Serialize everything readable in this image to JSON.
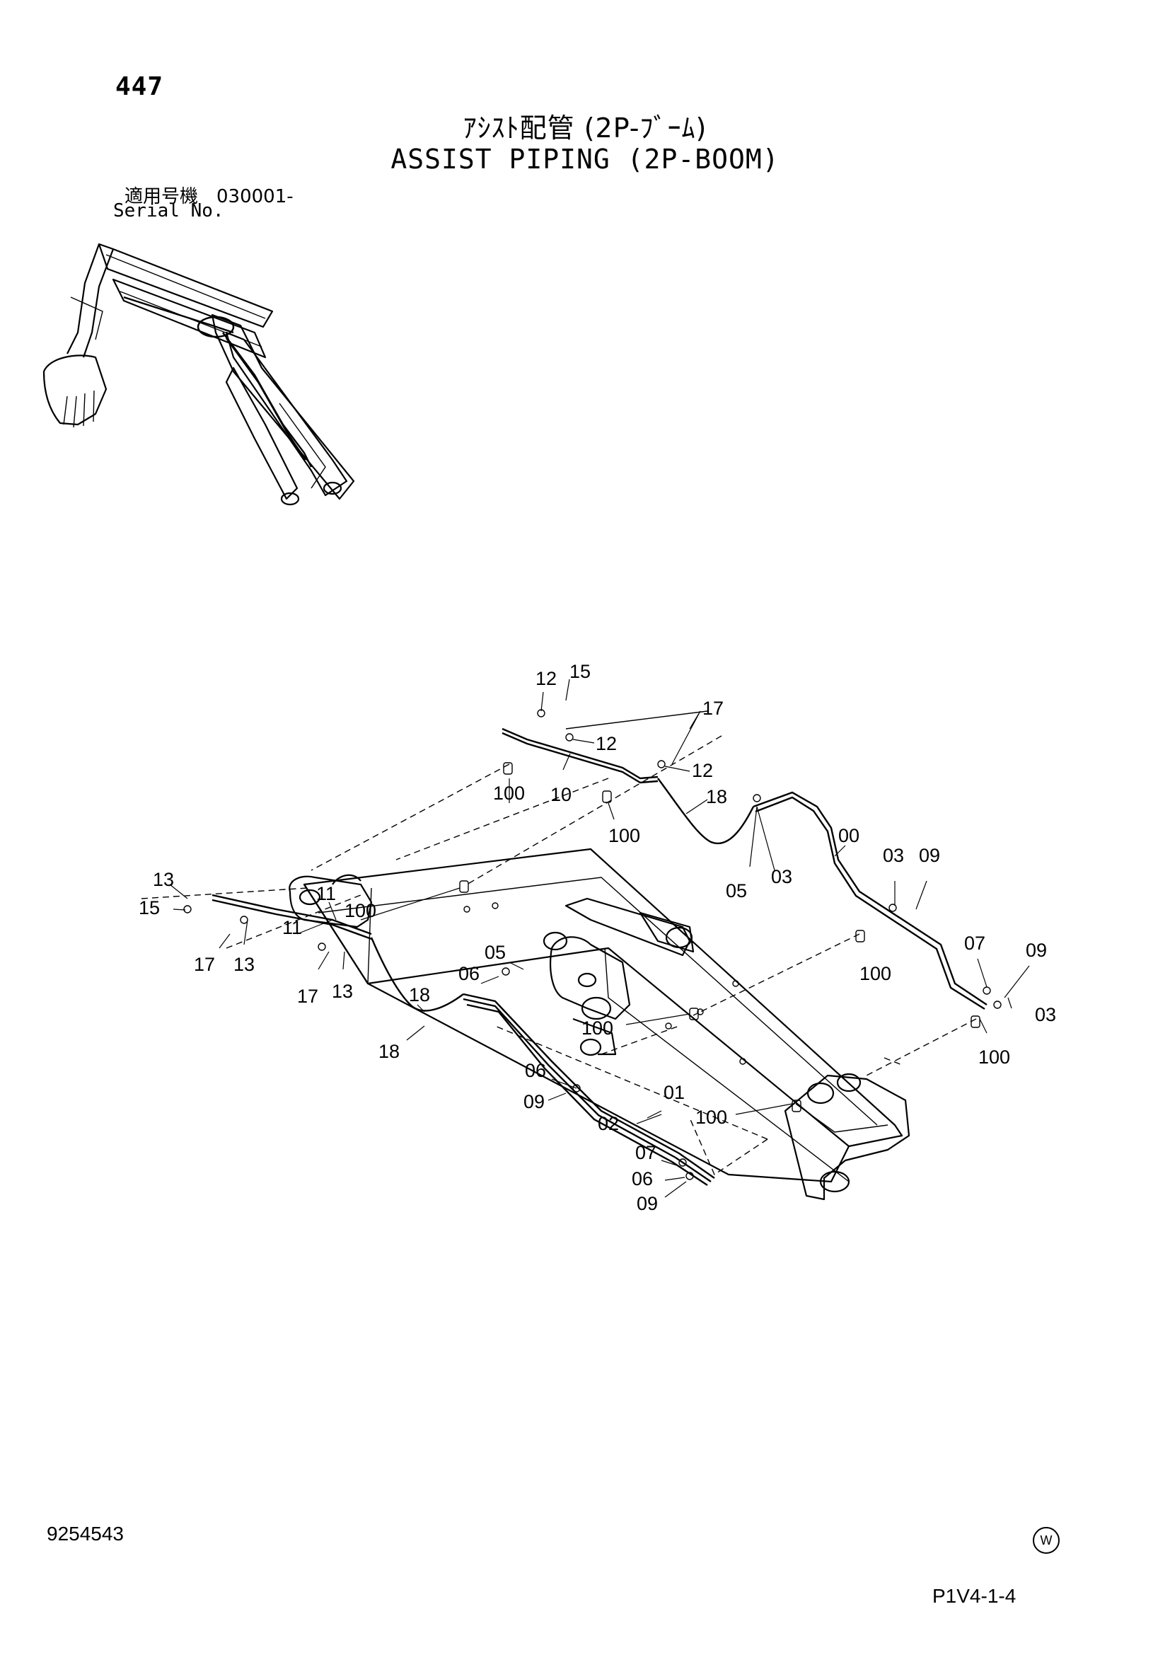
{
  "header": {
    "page_number": "447",
    "title_jp": "ｱｼｽﾄ配管 (2P-ﾌﾞｰﾑ)",
    "title_en": "ASSIST PIPING (2P-BOOM)",
    "serial_label_jp": "適用号機　030001-",
    "serial_label_en": "Serial No."
  },
  "footer": {
    "doc_number": "9254543",
    "page_code": "P1V4-1-4",
    "mark": "W"
  },
  "callouts": [
    {
      "id": "c1",
      "label": "12"
    },
    {
      "id": "c2",
      "label": "15"
    },
    {
      "id": "c3",
      "label": "17"
    },
    {
      "id": "c4",
      "label": "12"
    },
    {
      "id": "c5",
      "label": "12"
    },
    {
      "id": "c6",
      "label": "100"
    },
    {
      "id": "c7",
      "label": "10"
    },
    {
      "id": "c8",
      "label": "100"
    },
    {
      "id": "c9",
      "label": "18"
    },
    {
      "id": "c10",
      "label": "00"
    },
    {
      "id": "c11",
      "label": "03"
    },
    {
      "id": "c12",
      "label": "09"
    },
    {
      "id": "c13",
      "label": "05"
    },
    {
      "id": "c14",
      "label": "03"
    },
    {
      "id": "c15",
      "label": "13"
    },
    {
      "id": "c16",
      "label": "15"
    },
    {
      "id": "c17",
      "label": "11"
    },
    {
      "id": "c18",
      "label": "100"
    },
    {
      "id": "c19",
      "label": "11"
    },
    {
      "id": "c20",
      "label": "17"
    },
    {
      "id": "c21",
      "label": "13"
    },
    {
      "id": "c22",
      "label": "17"
    },
    {
      "id": "c23",
      "label": "13"
    },
    {
      "id": "c24",
      "label": "05"
    },
    {
      "id": "c25",
      "label": "06"
    },
    {
      "id": "c26",
      "label": "18"
    },
    {
      "id": "c27",
      "label": "18"
    },
    {
      "id": "c28",
      "label": "100"
    },
    {
      "id": "c29",
      "label": "100"
    },
    {
      "id": "c30",
      "label": "07"
    },
    {
      "id": "c31",
      "label": "09"
    },
    {
      "id": "c32",
      "label": "03"
    },
    {
      "id": "c33",
      "label": "100"
    },
    {
      "id": "c34",
      "label": "06"
    },
    {
      "id": "c35",
      "label": "09"
    },
    {
      "id": "c36",
      "label": "01"
    },
    {
      "id": "c37",
      "label": "02"
    },
    {
      "id": "c38",
      "label": "100"
    },
    {
      "id": "c39",
      "label": "07"
    },
    {
      "id": "c40",
      "label": "06"
    },
    {
      "id": "c41",
      "label": "09"
    }
  ]
}
